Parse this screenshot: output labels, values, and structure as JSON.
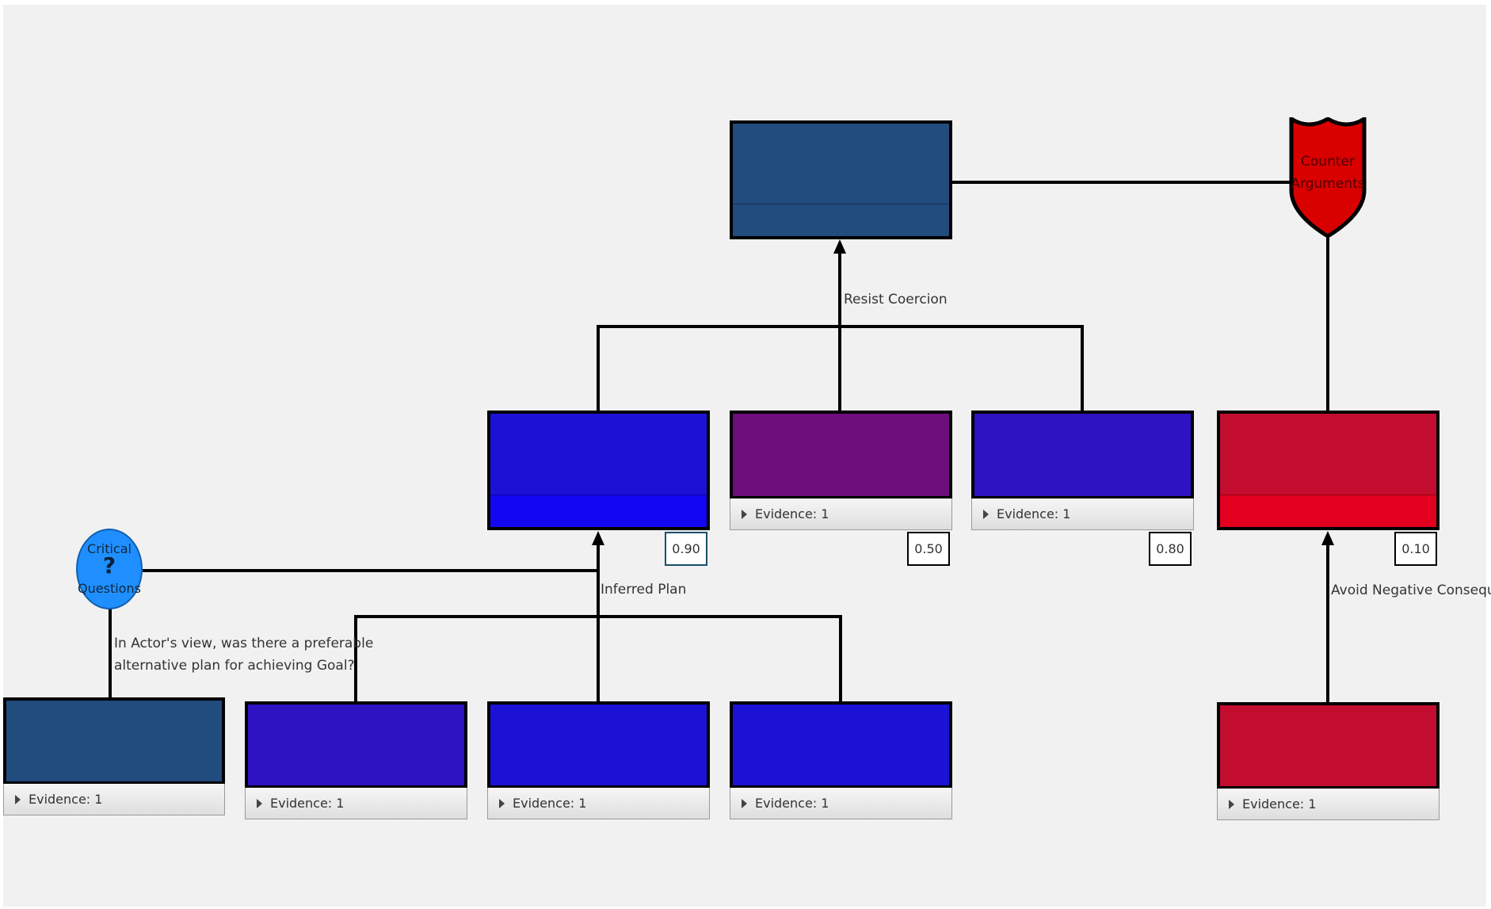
{
  "colors": {
    "canvas": "#f1f1f1",
    "goal": "#224b7e",
    "blue": "#1b12d6",
    "indigo": "#2d13c2",
    "purple": "#6e0d7c",
    "red": "#c20d2e",
    "red_bright": "#e2001e",
    "critical_questions": "#1f8fff",
    "counter_arguments": "#d90000"
  },
  "links": {
    "resist": "Resist Coercion",
    "inferred": "Inferred Plan",
    "avoid": "Avoid Negative Consequence"
  },
  "critical_questions": {
    "title_top": "Critical",
    "symbol": "?",
    "title_bottom": "Questions",
    "question_line1": "In Actor's view, was there a preferable",
    "question_line2": "alternative plan for achieving Goal?"
  },
  "counter_arguments": {
    "line1": "Counter",
    "line2": "Arguments",
    "icon": "shield-icon"
  },
  "scores": {
    "plan": "0.90",
    "middle": "0.50",
    "right": "0.80",
    "counter": "0.10"
  },
  "evidence": {
    "middle": "Evidence: 1",
    "right": "Evidence: 1",
    "cq_child": "Evidence: 1",
    "leaf1": "Evidence: 1",
    "leaf2": "Evidence: 1",
    "leaf3": "Evidence: 1",
    "counter_child": "Evidence: 1"
  }
}
